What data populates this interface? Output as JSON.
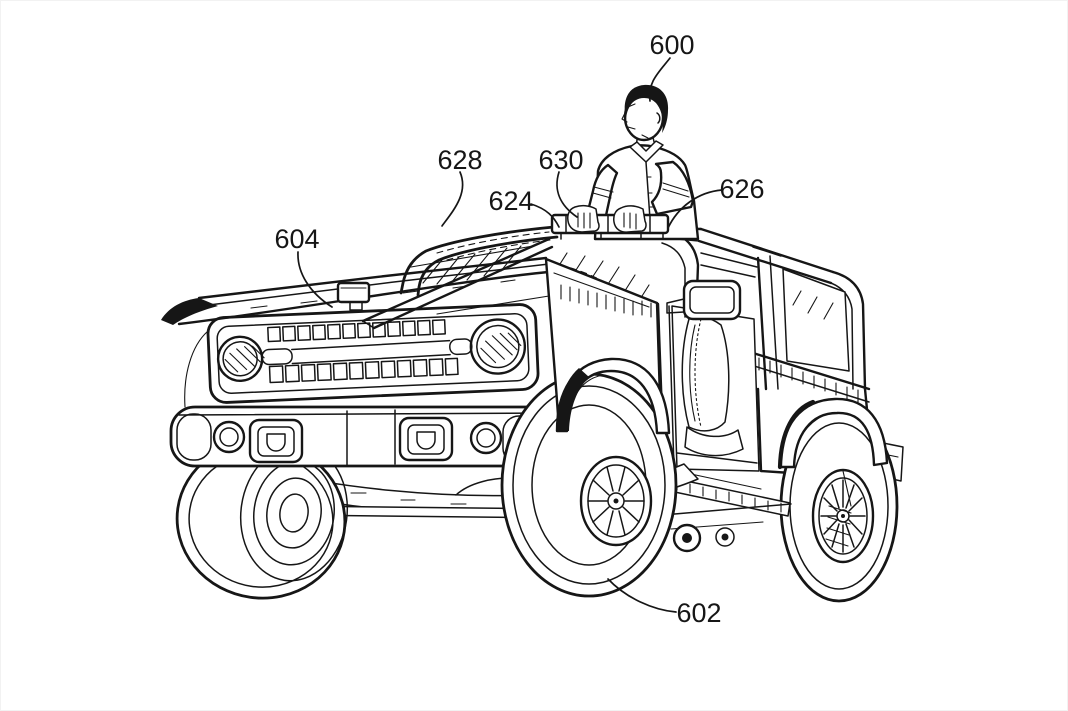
{
  "window": {
    "background": "#ffffff",
    "ink": "#161616",
    "description": "Patent line drawing of an off-road vehicle with a person standing in the open cabin gripping a sport-bar handle"
  },
  "figure": {
    "labels": [
      {
        "id": "600",
        "text": "600"
      },
      {
        "id": "628",
        "text": "628"
      },
      {
        "id": "630",
        "text": "630"
      },
      {
        "id": "624",
        "text": "624"
      },
      {
        "id": "626",
        "text": "626"
      },
      {
        "id": "604",
        "text": "604"
      },
      {
        "id": "602",
        "text": "602"
      }
    ]
  }
}
